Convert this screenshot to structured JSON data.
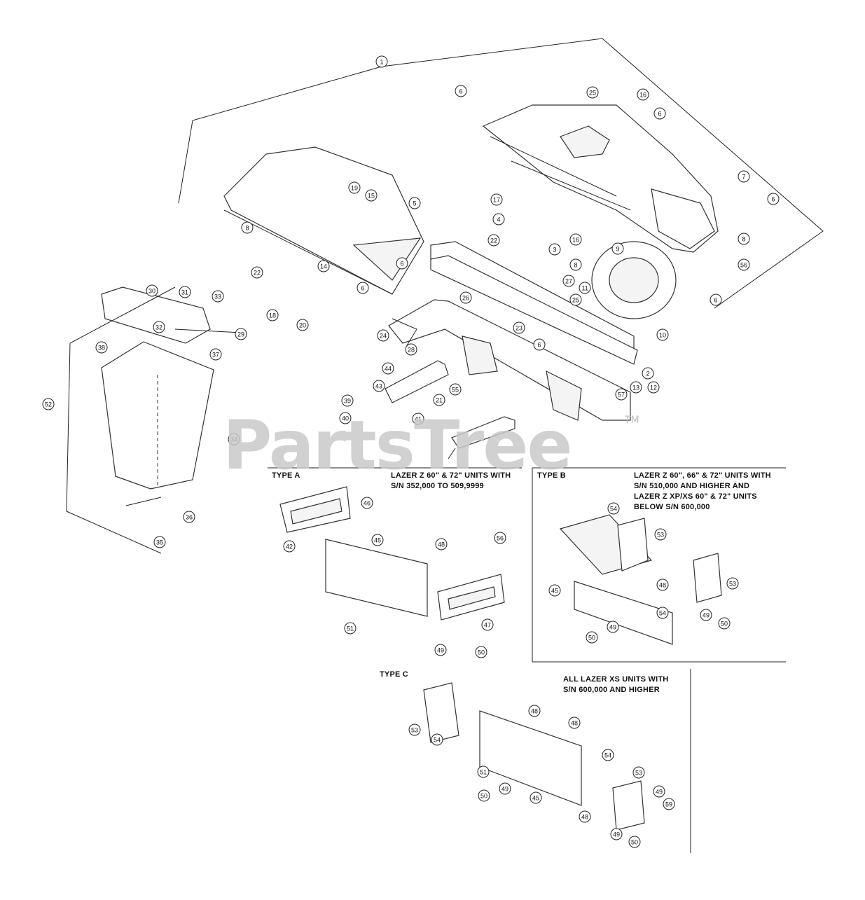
{
  "watermark": {
    "text": "PartsTree",
    "trademark": "TM"
  },
  "sections": {
    "type_a": {
      "label": "TYPE A",
      "description": "LAZER Z 60\" & 72\" UNITS WITH\nS/N 352,000 TO 509,9999"
    },
    "type_b": {
      "label": "TYPE B",
      "description": "LAZER Z 60\", 66\" & 72\" UNITS WITH\nS/N 510,000 AND HIGHER AND\nLAZER Z XP/XS 60\" & 72\" UNITS\nBELOW S/N 600,000"
    },
    "type_c": {
      "label": "TYPE C",
      "description": "ALL LAZER XS UNITS WITH\nS/N 600,000 AND HIGHER"
    }
  },
  "callouts": [
    "1",
    "6",
    "25",
    "16",
    "6",
    "7",
    "6",
    "8",
    "56",
    "6",
    "9",
    "8",
    "11",
    "10",
    "17",
    "4",
    "16",
    "3",
    "22",
    "27",
    "19",
    "15",
    "5",
    "8",
    "6",
    "14",
    "6",
    "22",
    "18",
    "20",
    "26",
    "25",
    "23",
    "6",
    "2",
    "13",
    "12",
    "57",
    "24",
    "28",
    "55",
    "44",
    "43",
    "21",
    "41",
    "39",
    "40",
    "30",
    "31",
    "33",
    "32",
    "29",
    "38",
    "37",
    "52",
    "34",
    "36",
    "35",
    "46",
    "42",
    "45",
    "48",
    "56",
    "51",
    "47",
    "49",
    "50",
    "54",
    "53",
    "48",
    "53",
    "45",
    "54",
    "49",
    "50",
    "50",
    "49",
    "53",
    "54",
    "48",
    "48",
    "51",
    "50",
    "49",
    "45",
    "54",
    "53",
    "49",
    "59",
    "48",
    "49",
    "50"
  ]
}
